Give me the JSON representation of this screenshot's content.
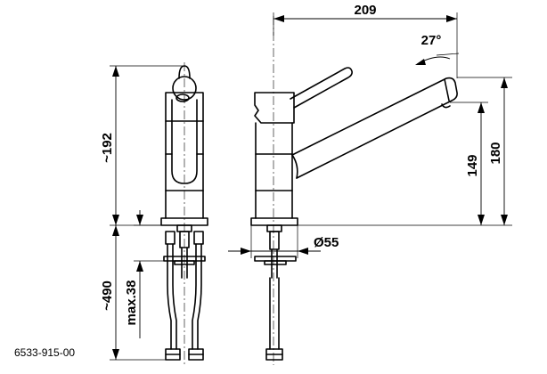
{
  "drawing": {
    "product_code": "6533-915-00",
    "dimensions": {
      "total_width": "209",
      "spout_angle": "27°",
      "body_height": "~192",
      "spout_height_outer": "180",
      "spout_height_inner": "149",
      "base_diameter": "Ø55",
      "hose_length": "~490",
      "max_thickness": "max.38"
    }
  }
}
